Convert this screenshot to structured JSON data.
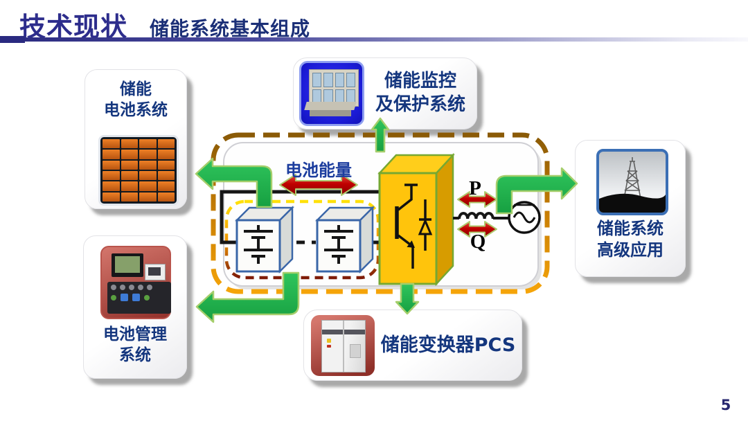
{
  "header": {
    "title": "技术现状",
    "subtitle": "储能系统基本组成"
  },
  "cards": {
    "battery_system": {
      "line1": "储能",
      "line2": "电池系统"
    },
    "bms": {
      "line1": "电池管理",
      "line2": "系统"
    },
    "monitoring": {
      "line1": "储能监控",
      "line2": "及保护系统"
    },
    "application": {
      "line1": "储能系统",
      "line2": "高级应用"
    },
    "pcs": {
      "label": "储能变换器PCS"
    }
  },
  "diagram": {
    "battery_energy_label": "电池能量",
    "active_power_label": "P",
    "reactive_power_label": "Q"
  },
  "icons": {
    "battery_rack": "photo of battery racks with orange modules",
    "bms_device": "photo of battery management device on red tile",
    "control_console": "photo of monitoring console on blue tile",
    "transmission_tower": "grayscale photo of power transmission tower",
    "pcs_cabinet": "photo of white PCS cabinet on red tile",
    "converter": "yellow 3d box with IGBT symbol",
    "battery_module": "3d box with battery plates symbol",
    "ac_source": "circle with sine wave",
    "inductor": "four-loop coil"
  },
  "colors": {
    "title_navy": "#2D2D8C",
    "label_blue": "#14367E",
    "flow_green": "#1FAD4B",
    "power_red": "#B00000",
    "converter_yellow": "#FFC40C",
    "outer_dash_orange": "#F0A10C",
    "inner_dash_yellow": "#FFE10A"
  },
  "page_number": "5"
}
